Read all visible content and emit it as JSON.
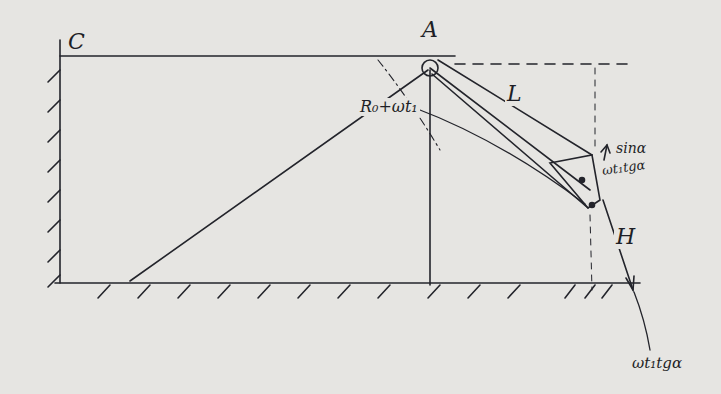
{
  "diagram": {
    "labels": [
      "C",
      "A",
      "L",
      "R₀+ωt₁",
      "sinα",
      "ωt₁tgα",
      "H",
      "ωt₁tgα"
    ]
  }
}
